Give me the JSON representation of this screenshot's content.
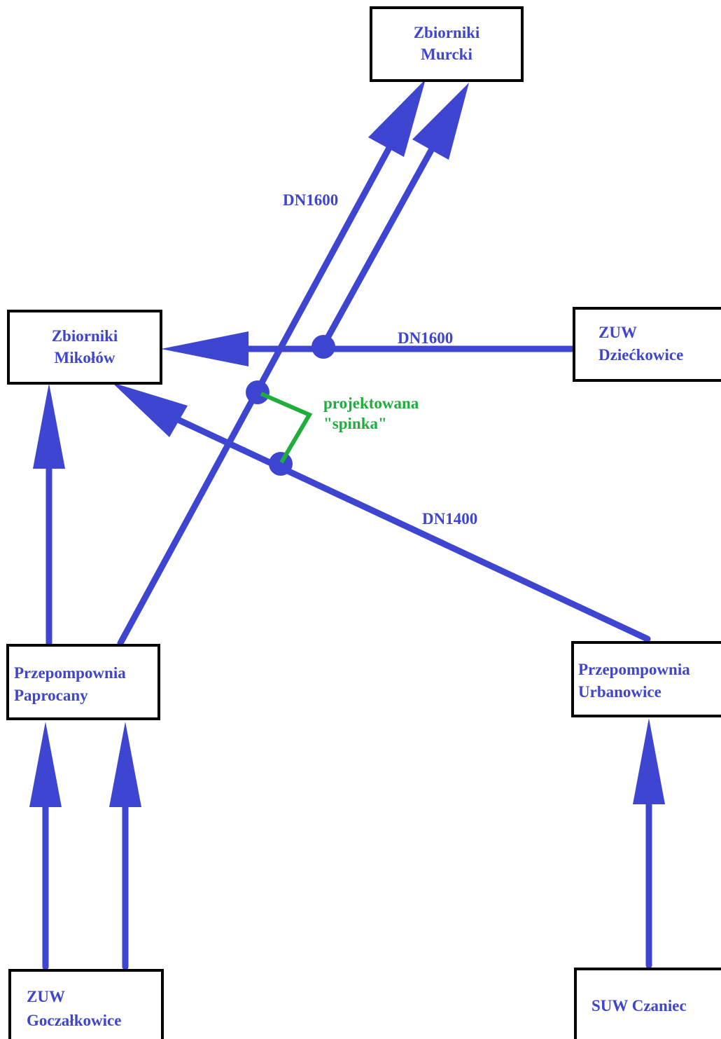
{
  "colors": {
    "pipe": "#3d45d1",
    "box_border": "#000000",
    "node_text": "#3d45d1",
    "spinka": "#1fae3c",
    "background": "#ffffff"
  },
  "nodes": {
    "murcki": {
      "line1": "Zbiorniki",
      "line2": "Murcki"
    },
    "mikolow": {
      "line1": "Zbiorniki",
      "line2": "Mikołów"
    },
    "dzieckowice": {
      "line1": "ZUW",
      "line2": "Dziećkowice"
    },
    "paprocany": {
      "line1": "Przepompownia",
      "line2": "Paprocany"
    },
    "urbanowice": {
      "line1": "Przepompownia",
      "line2": "Urbanowice"
    },
    "goczalkowice": {
      "line1": "ZUW",
      "line2": "Goczałkowice"
    },
    "czaniec": {
      "line1": "SUW Czaniec"
    }
  },
  "pipe_labels": {
    "murcki_main": "DN1600",
    "dzieckowice_mikolow": "DN1600",
    "urbanowice_mikolow": "DN1400"
  },
  "annotation": {
    "line1": "projektowana",
    "line2": "\"spinka\""
  }
}
